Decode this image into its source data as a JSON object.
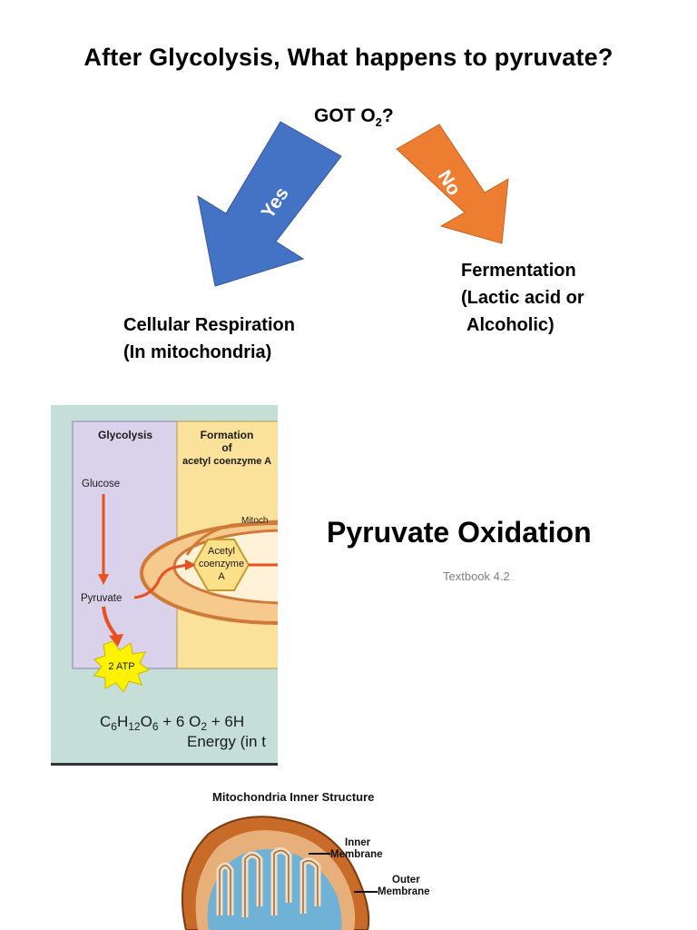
{
  "title": "After Glycolysis, What happens to pyruvate?",
  "question": {
    "text": "GOT O",
    "sub": "2",
    "suffix": "?"
  },
  "branches": {
    "yes": {
      "label": "Yes",
      "color": "#4472c4",
      "outcome_lines": [
        "Cellular Respiration",
        "(In mitochondria)"
      ]
    },
    "no": {
      "label": "No",
      "color": "#ed7d31",
      "outcome_lines": [
        "Fermentation",
        "(Lactic acid or",
        "Alcoholic)"
      ]
    }
  },
  "figure1": {
    "col1_title": "Glycolysis",
    "col2_title_lines": [
      "Formation",
      "of",
      "acetyl coenzyme A"
    ],
    "glucose": "Glucose",
    "pyruvate": "Pyruvate",
    "atp": "2 ATP",
    "mito_partial": "Mitoch",
    "acetyl_lines": [
      "Acetyl",
      "coenzyme",
      "A"
    ],
    "equation_main": "C",
    "equation_line2": "Energy (in t",
    "colors": {
      "panel_purple": "#d9d2ea",
      "panel_yellow": "#fbe29a",
      "arrow": "#e8501e",
      "atp": "#fff200",
      "bg": "#c5ded7"
    }
  },
  "section": {
    "heading": "Pyruvate Oxidation",
    "subtitle": "Textbook 4.2"
  },
  "figure2": {
    "title": "Mitochondria Inner Structure",
    "labels": [
      {
        "lines": [
          "Inner",
          "Membrane"
        ]
      },
      {
        "lines": [
          "Outer",
          "Membrane"
        ]
      }
    ]
  }
}
